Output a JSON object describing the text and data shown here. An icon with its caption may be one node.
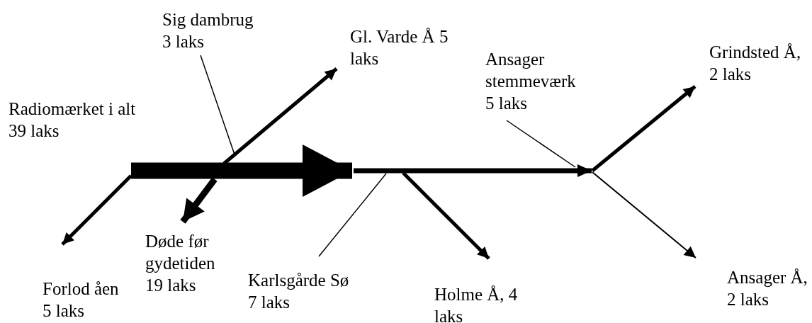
{
  "diagram": {
    "nodes": [
      {
        "text": [
          "Radiomærket i alt 39 laks"
        ]
      },
      {
        "text": [
          "Sig dambrug 3 laks"
        ]
      },
      {
        "text": [
          "Gl. Varde Å 5 laks"
        ]
      },
      {
        "text": [
          "Ansager stemmeværk 5 laks"
        ]
      },
      {
        "text": [
          "Grindsted Å, 2 laks"
        ]
      },
      {
        "text": [
          "Forlod åen 5 laks"
        ]
      },
      {
        "text": [
          "Døde før gydetiden 19 laks"
        ]
      },
      {
        "text": [
          "Karlsgårde Sø 7 laks"
        ]
      },
      {
        "text": [
          "Holme Å, 4 laks"
        ]
      },
      {
        "text": [
          "Ansager Å, 2 laks"
        ]
      }
    ],
    "edges": [
      {
        "from": 0,
        "to": null,
        "arrow": "to",
        "style": "thick"
      },
      {
        "from": null,
        "to": 5,
        "arrow": "to"
      },
      {
        "from": null,
        "to": 6,
        "arrow": "to",
        "style": "thick"
      },
      {
        "from": null,
        "to": 2,
        "arrow": "to"
      },
      {
        "from": 1,
        "to": null,
        "arrow": "none"
      },
      {
        "from": null,
        "to": 3,
        "arrow": "to"
      },
      {
        "from": 7,
        "to": null,
        "arrow": "none"
      },
      {
        "from": null,
        "to": 8,
        "arrow": "to"
      },
      {
        "from": 3,
        "to": null,
        "arrow": "none"
      },
      {
        "from": null,
        "to": 4,
        "arrow": "to"
      },
      {
        "from": null,
        "to": 9,
        "arrow": "to"
      }
    ]
  }
}
